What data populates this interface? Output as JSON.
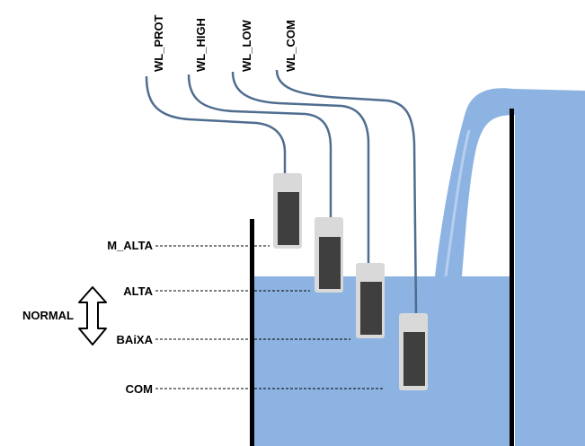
{
  "colors": {
    "water": "#8db3e2",
    "cable": "#4f6d8f",
    "sensor_body": "#d9d9d9",
    "sensor_core": "#3f3f3f",
    "wall": "#000000"
  },
  "sensor_labels": [
    "WL_PROT",
    "WL_HIGH",
    "WL_LOW",
    "WL_COM"
  ],
  "level_labels": {
    "m_alta": "M_ALTA",
    "alta": "ALTA",
    "baixa": "BAiXA",
    "com": "COM"
  },
  "range_label": "NORMAL"
}
